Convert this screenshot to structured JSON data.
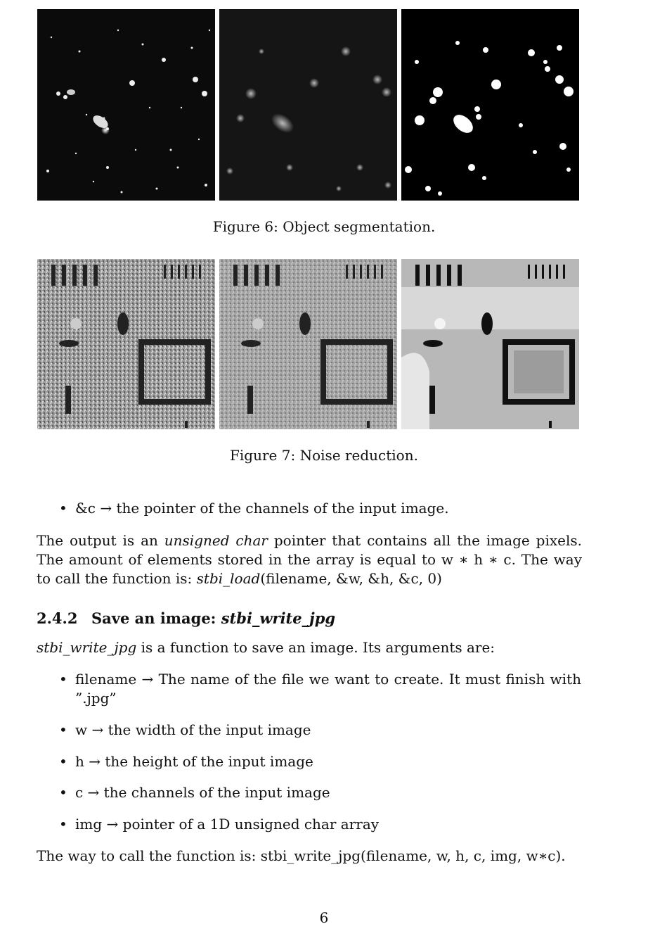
{
  "figure6": {
    "caption": "Figure 6: Object segmentation.",
    "panels": [
      "original-star-field",
      "blurred-star-field",
      "segmented-objects"
    ]
  },
  "figure7": {
    "caption": "Figure 7: Noise reduction.",
    "panels": [
      "noisy-circuit-board",
      "denoised-circuit-board",
      "clean-circuit-board"
    ]
  },
  "bullet_c": "&c → the pointer of the channels of the input image.",
  "para_output": {
    "part1": "The output is an ",
    "italic": "unsigned char",
    "part2": " pointer that contains all the image pixels. The amount of elements stored in the array is equal to w ∗ h ∗ c. The way to call the function is: ",
    "call_fn": "stbi_load",
    "call_args": "(filename, &w, &h, &c, 0)"
  },
  "section": {
    "number": "2.4.2",
    "title": "Save an image: ",
    "title_code": "stbi_write_jpg"
  },
  "intro": {
    "fn": "stbi_write_jpg",
    "rest": " is a function to save an image. Its arguments are:"
  },
  "args": [
    "filename → The name of the file we want to create. It must finish with ”.jpg”",
    "w → the width of the input image",
    "h → the height of the input image",
    "c → the channels of the input image",
    "img → pointer of a 1D unsigned char array"
  ],
  "closing": "The way to call the function is: stbi_write_jpg(filename, w, h, c, img, w∗c).",
  "page_number": "6"
}
